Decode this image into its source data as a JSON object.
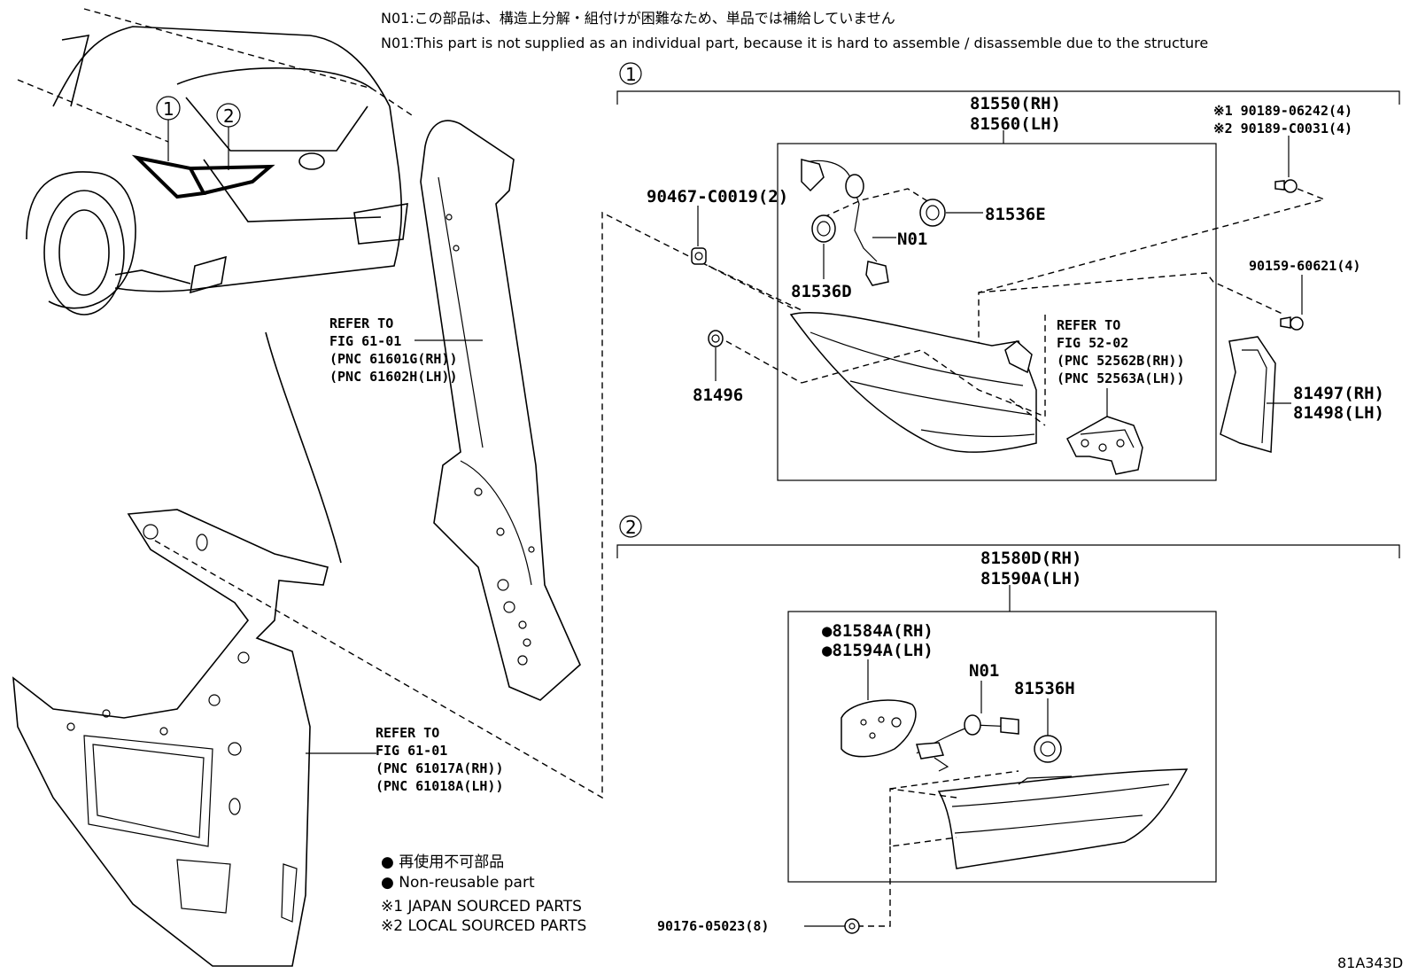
{
  "notes": {
    "jp": "N01:この部品は、構造上分解・組付けが困難なため、単品では補給していません",
    "en": "N01:This part is not supplied as an individual part, because it is hard to assemble / disassemble due to the structure"
  },
  "callouts": {
    "c1": "1",
    "c2": "2"
  },
  "group1": {
    "title_rh": "81550(RH)",
    "title_lh": "81560(LH)",
    "screw_a": "※1 90189-06242(4)",
    "screw_b": "※2 90189-C0031(4)",
    "nut": "90467-C0019(2)",
    "socket_e": "81536E",
    "n01": "N01",
    "socket_d": "81536D",
    "screw_c": "90159-60621(4)",
    "ref_title": "REFER TO",
    "ref_fig": "FIG 52-02",
    "ref_pnc1": "(PNC 52562B(RH))",
    "ref_pnc2": "(PNC 52563A(LH))",
    "clip": "81496",
    "cover_rh": "81497(RH)",
    "cover_lh": "81498(LH)"
  },
  "group2": {
    "title_rh": "81580D(RH)",
    "title_lh": "81590A(LH)",
    "gasket_rh": "●81584A(RH)",
    "gasket_lh": "●81594A(LH)",
    "n01": "N01",
    "socket_h": "81536H",
    "screw": "90176-05023(8)"
  },
  "refs": {
    "pillar_title": "REFER TO",
    "pillar_fig": "FIG 61-01",
    "pillar_pnc1": "(PNC 61601G(RH))",
    "pillar_pnc2": "(PNC 61602H(LH))",
    "panel_title": "REFER TO",
    "panel_fig": "FIG 61-01",
    "panel_pnc1": "(PNC 61017A(RH))",
    "panel_pnc2": "(PNC 61018A(LH))"
  },
  "legend": {
    "l1": "● 再使用不可部品",
    "l2": "● Non-reusable part",
    "l3": "※1 JAPAN SOURCED PARTS",
    "l4": "※2 LOCAL SOURCED PARTS"
  },
  "figure_code": "81A343D"
}
